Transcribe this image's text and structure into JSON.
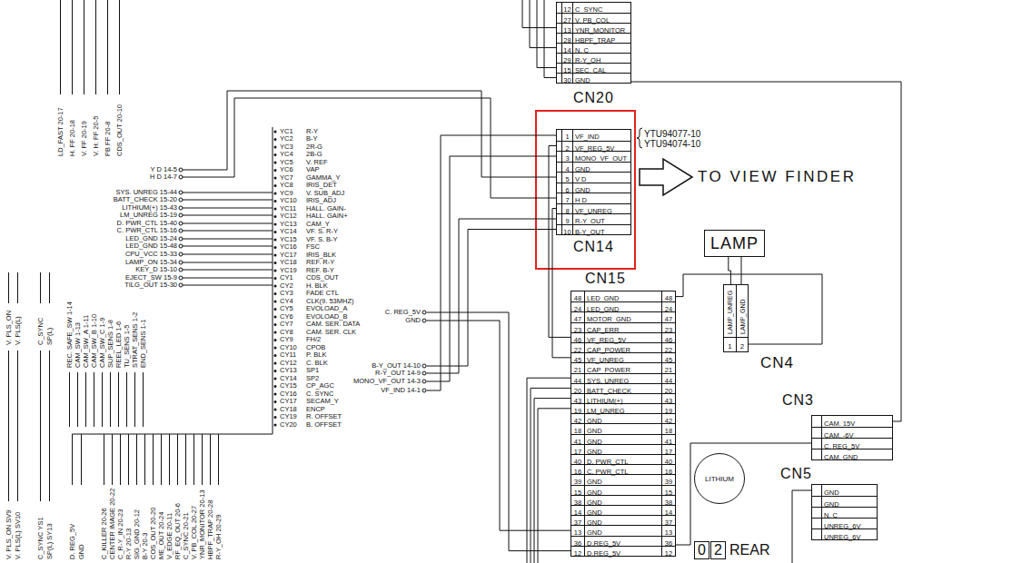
{
  "diagram": {
    "nodes": [
      {
        "text": [
          "CN20",
          "12",
          "C_SYNC",
          "27",
          "V. PB_COL",
          "13",
          "YNR_MONITOR",
          "28",
          "HBPF_TRAP",
          "14",
          "N. C",
          "29",
          "R-Y_OH",
          "15",
          "SEC. CAL",
          "30",
          "GND"
        ]
      },
      {
        "text": [
          "CN14",
          "1",
          "VF_IND",
          "2",
          "VF_REG_5V",
          "3",
          "MONO_VF_OUT",
          "4",
          "GND",
          "5",
          "V D",
          "6",
          "GND",
          "7",
          "H D",
          "8",
          "VF_UNREG",
          "9",
          "R-Y_OUT",
          "10",
          "B-Y_OUT"
        ]
      },
      {
        "text": [
          "CN15",
          "48",
          "LED_GND",
          "48",
          "24",
          "LED_GND",
          "24",
          "47",
          "MOTOR_GND",
          "47",
          "23",
          "CAP_ERR",
          "23",
          "46",
          "VF_REG_5V",
          "46",
          "22",
          "CAP_POWER",
          "22",
          "45",
          "VF_UNREG",
          "45",
          "21",
          "CAP_POWER",
          "21",
          "44",
          "SYS. UNREG",
          "44",
          "20",
          "BATT_CHECK",
          "20",
          "43",
          "LITHIUM(+)",
          "43",
          "19",
          "LM_UNREG",
          "19",
          "42",
          "GND",
          "42",
          "18",
          "GND",
          "18",
          "41",
          "GND",
          "41",
          "17",
          "GND",
          "17",
          "40",
          "D. PWR_CTL",
          "40",
          "16",
          "C. PWR_CTL",
          "16",
          "39",
          "GND",
          "39",
          "15",
          "GND",
          "15",
          "38",
          "GND",
          "38",
          "14",
          "GND",
          "14",
          "37",
          "GND",
          "37",
          "13",
          "GND",
          "13",
          "36",
          "D.REG_5V",
          "36",
          "12",
          "D.REG_5V",
          "12"
        ]
      },
      {
        "text": [
          "LAMP"
        ]
      },
      {
        "text": [
          "CN4",
          "LAMP_UNREG",
          "LAMP_GND",
          "1",
          "2"
        ]
      },
      {
        "text": [
          "CN3",
          "CAM. 15V",
          "CAM. -6V",
          "C. REG_5V",
          "CAM. GND"
        ]
      },
      {
        "text": [
          "CN5",
          "GND",
          "GND",
          "N. C",
          "UNREG_6V",
          "UNREG_6V"
        ]
      },
      {
        "text": [
          "LITHIUM"
        ]
      }
    ],
    "edges": [
      {
        "from": 3,
        "to": 4,
        "arrow": "none"
      }
    ],
    "labels": [
      "YTU94077-10",
      "YTU94074-10",
      "TO VIEW FINDER",
      "0",
      "2",
      "REAR",
      "YC1",
      "R-Y",
      "YC2",
      "B-Y",
      "YC3",
      "2R-G",
      "YC4",
      "2B-G",
      "YC5",
      "V. REF",
      "YC6",
      "VAP",
      "YC7",
      "GAMMA_Y",
      "YC8",
      "IRIS_DET",
      "YC9",
      "V. SUB_ADJ",
      "YC10",
      "IRIS_ADJ",
      "YC11",
      "HALL. GAIN-",
      "YC12",
      "HALL. GAIN+",
      "YC13",
      "CAM_Y",
      "YC14",
      "VF. S. R-Y",
      "YC15",
      "VF. S. B-Y",
      "YC16",
      "FSC",
      "YC17",
      "IRIS_BLK",
      "YC18",
      "REF. R-Y",
      "YC19",
      "REF. B-Y",
      "CY1",
      "CDS_OUT",
      "CY2",
      "H. BLK",
      "CY3",
      "FADE CTL",
      "CY4",
      "CLK(9. 53MHZ)",
      "CY5",
      "EVOLOAD_A",
      "CY6",
      "EVOLOAD_B",
      "CY7",
      "CAM. SER. DATA",
      "CY8",
      "CAM. SER. CLK",
      "CY9",
      "FH/2",
      "CY10",
      "CPOB",
      "CY11",
      "P. BLK",
      "CY12",
      "C. BLK",
      "CY13",
      "SP1",
      "CY14",
      "SP2",
      "CY15",
      "CP_AGC",
      "CY16",
      "C. SYNC",
      "CY17",
      "SECAM_Y",
      "CY18",
      "ENCP",
      "CY19",
      "R. OFFSET",
      "CY20",
      "B. OFFSET",
      "Y D 14-5",
      "H D 14-7",
      "SYS. UNREG 15-44",
      "BATT_CHECK 15-20",
      "LITHIUM(+) 15-43",
      "LM_UNREG 15-19",
      "D. PWR_CTL 15-40",
      "C. PWR_CTL 15-16",
      "LED_GND 15-24",
      "LED_GND 15-48",
      "CPU_VCC 15-33",
      "LAMP_ON 15-34",
      "KEY_D 15-10",
      "EJECT_SW 15-9",
      "TILG_OUT 15-30",
      "C. REG_5V",
      "GND",
      "B-Y_OUT 14-10",
      "R-Y_OUT 14-9",
      "MONO_VF_OUT 14-3",
      "VF_IND 14-1",
      "LD_FAST 20-17",
      "H. FF 20-18",
      "V. FF 20-19",
      "V. H. FF 20-5",
      "PB FF 20-8",
      "CDS_OUT 20-10",
      "REC. SAFE_SW 1-14",
      "CAM_SW 1-13",
      "CAM_SW_A 1-11",
      "CAM_SW_B 1-10",
      "CAM_SW_C 1-9",
      "SUP_SENS 1-8",
      "REEL_LED 1-6",
      "TU_SENS 1-5",
      "STRAT_SENS 1-2",
      "END_SENS 1-1",
      "V. PLS_ON",
      "V. PLS(L)",
      "C_SYNC",
      "SP(L)",
      "V. PLS_ON SV9",
      "V. PLS(L) SV10",
      "C_SYNC YS1",
      "SP(L) SY13",
      "D. REG_5V",
      "GND",
      "C_KILLER 20-26",
      "CENTER IMAGE 20-22",
      "C_R-Y_IN 20-23",
      "R-Y 20-13",
      "SIG_GND 20-12",
      "B-Y 20-3",
      "COS_OUT 20-20",
      "ME_OUT 20-24",
      "V_EDGE 20-11",
      "RF_EQ_OUT 20-6",
      "C_SYNC 20-21",
      "V. PB_COL 20-27",
      "YNR_MONITOR 20-13",
      "HBPF_TRAP 20-28",
      "R-Y_OH 20-29"
    ]
  }
}
